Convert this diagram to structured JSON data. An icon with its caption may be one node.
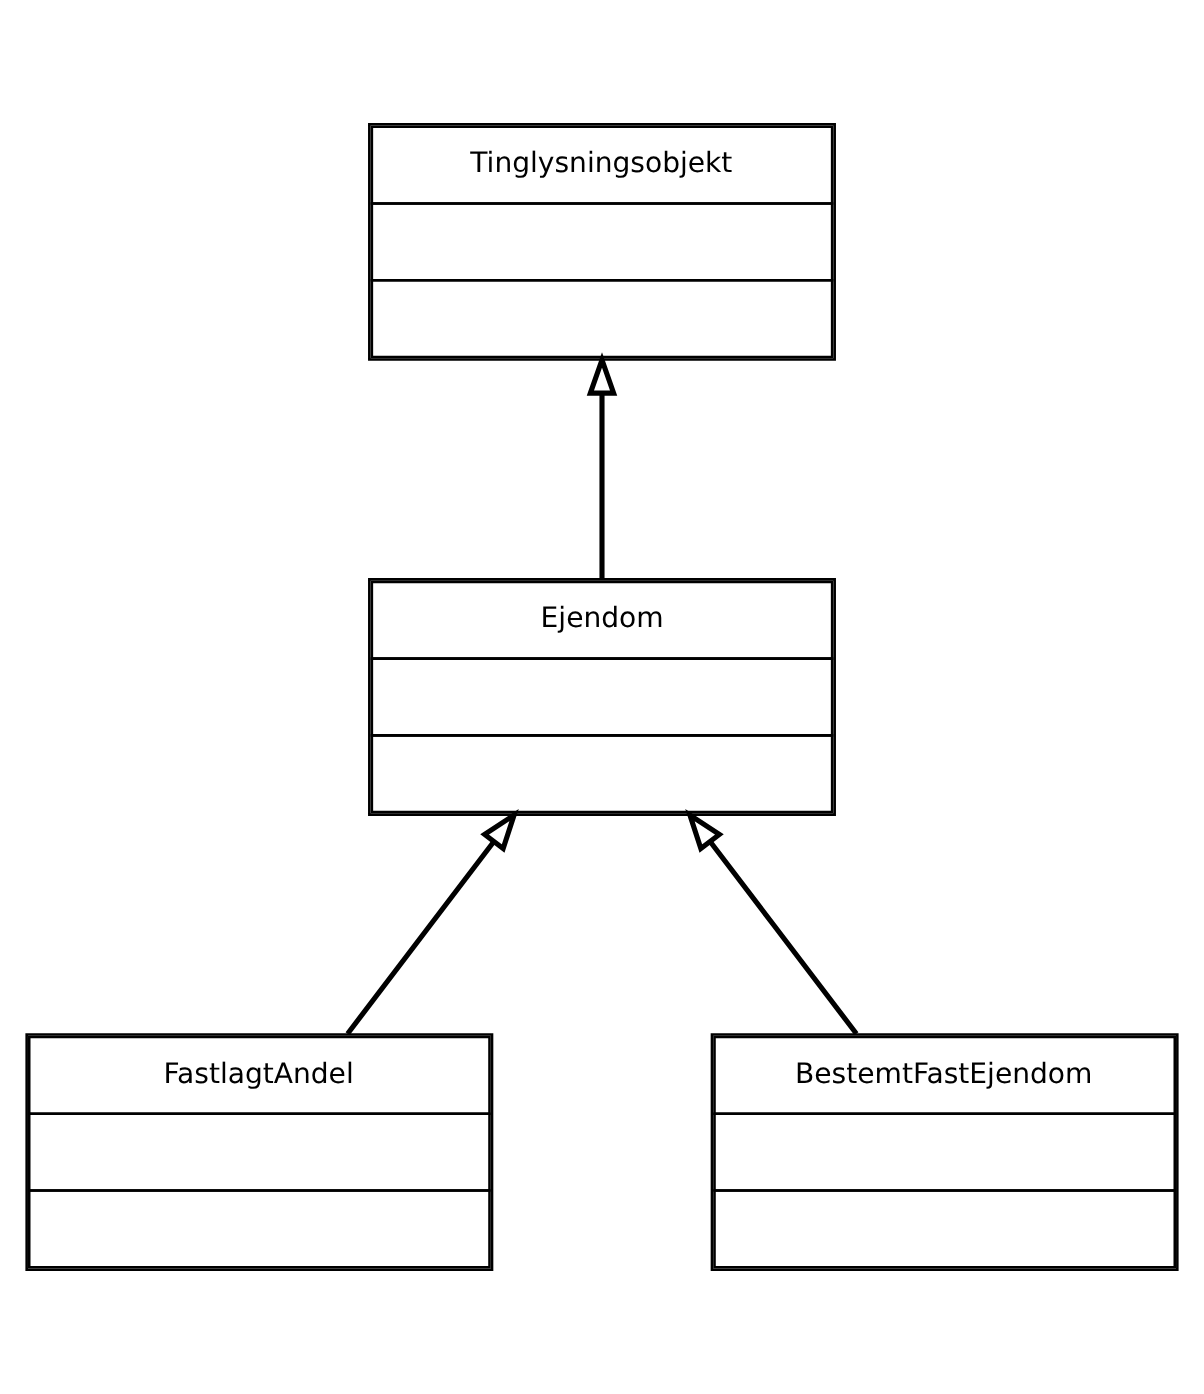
{
  "diagram": {
    "nodes": [
      {
        "text": [
          "Tinglysningsobjekt"
        ]
      },
      {
        "text": [
          "Ejendom"
        ]
      },
      {
        "text": [
          "FastlagtAndel"
        ]
      },
      {
        "text": [
          "BestemtFastEjendom"
        ]
      }
    ],
    "edges": [
      {
        "from": 1,
        "to": 0,
        "arrow": "to"
      },
      {
        "from": 2,
        "to": 1,
        "arrow": "to"
      },
      {
        "from": 3,
        "to": 1,
        "arrow": "to"
      }
    ]
  }
}
